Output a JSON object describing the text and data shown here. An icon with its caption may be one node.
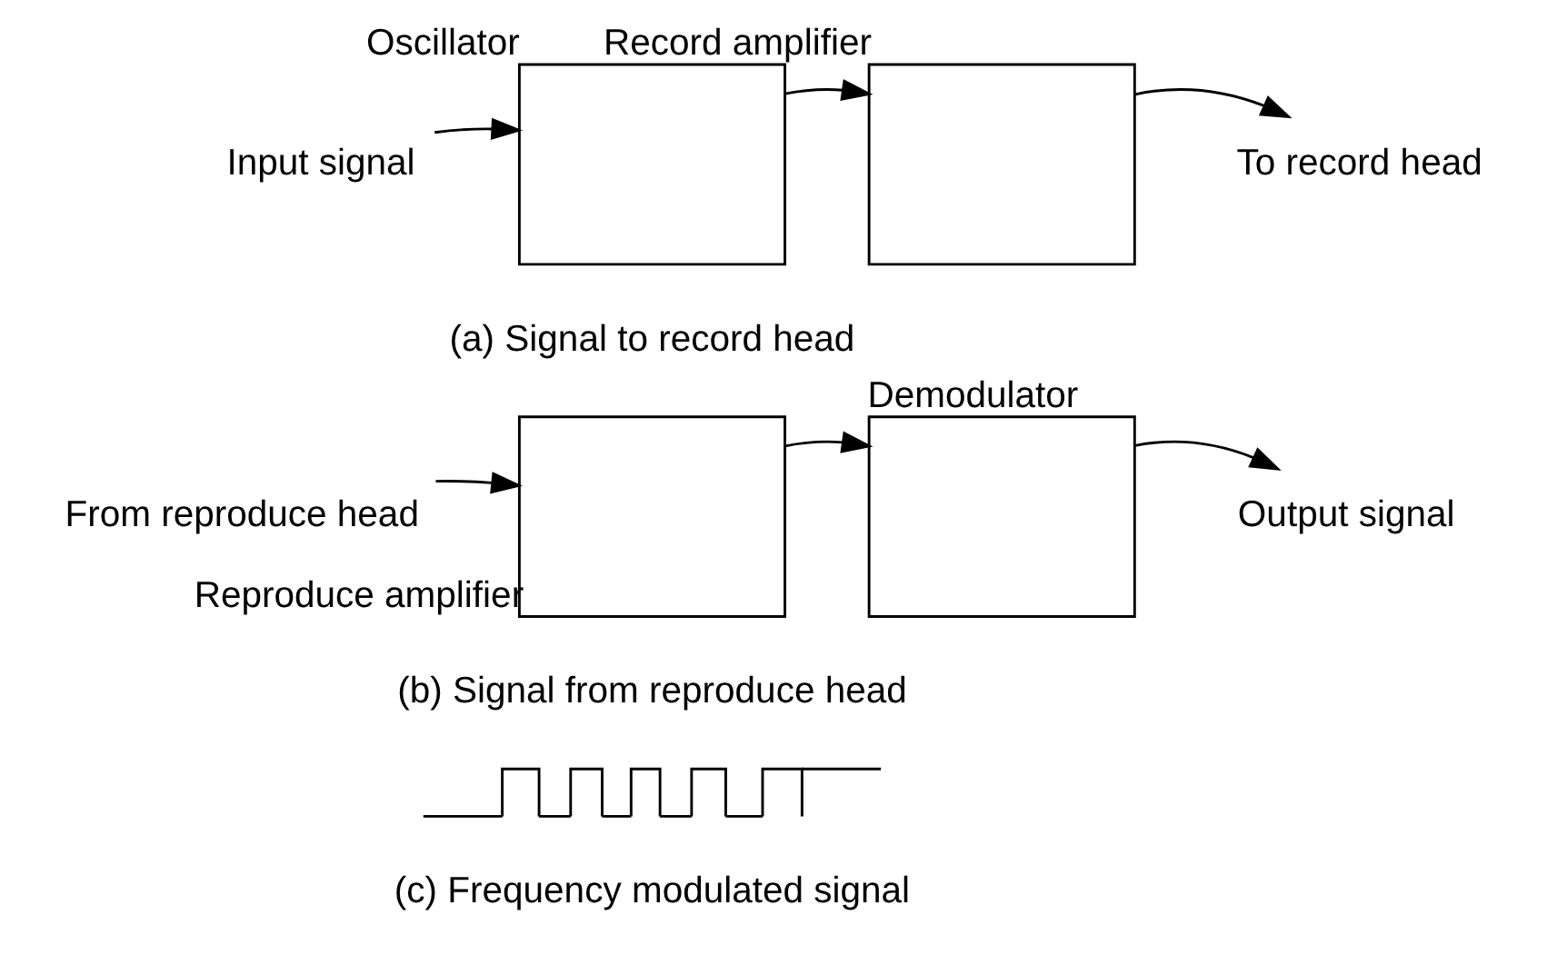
{
  "diagram": {
    "nodes": [
      {
        "text": [
          "Input signal"
        ]
      },
      {
        "text": [
          "Oscillator"
        ]
      },
      {
        "text": [
          "Record amplifier"
        ]
      },
      {
        "text": [
          "To record head"
        ]
      },
      {
        "text": [
          "From reproduce head"
        ]
      },
      {
        "text": [
          "Reproduce amplifier"
        ]
      },
      {
        "text": [
          "Demodulator"
        ]
      },
      {
        "text": [
          "Output signal"
        ]
      },
      {
        "text": [],
        "shape": "picture"
      }
    ],
    "edges": [
      {
        "from": 0,
        "to": 1,
        "arrow": "to"
      },
      {
        "from": 1,
        "to": 2,
        "arrow": "to"
      },
      {
        "from": 2,
        "to": 3,
        "arrow": "to"
      },
      {
        "from": 4,
        "to": 5,
        "arrow": "to"
      },
      {
        "from": 5,
        "to": 6,
        "arrow": "to"
      },
      {
        "from": 6,
        "to": 7,
        "arrow": "to"
      }
    ],
    "labels": [
      "(a) Signal to record head",
      "(b) Signal from reproduce head",
      "(c) Frequency modulated signal"
    ]
  }
}
